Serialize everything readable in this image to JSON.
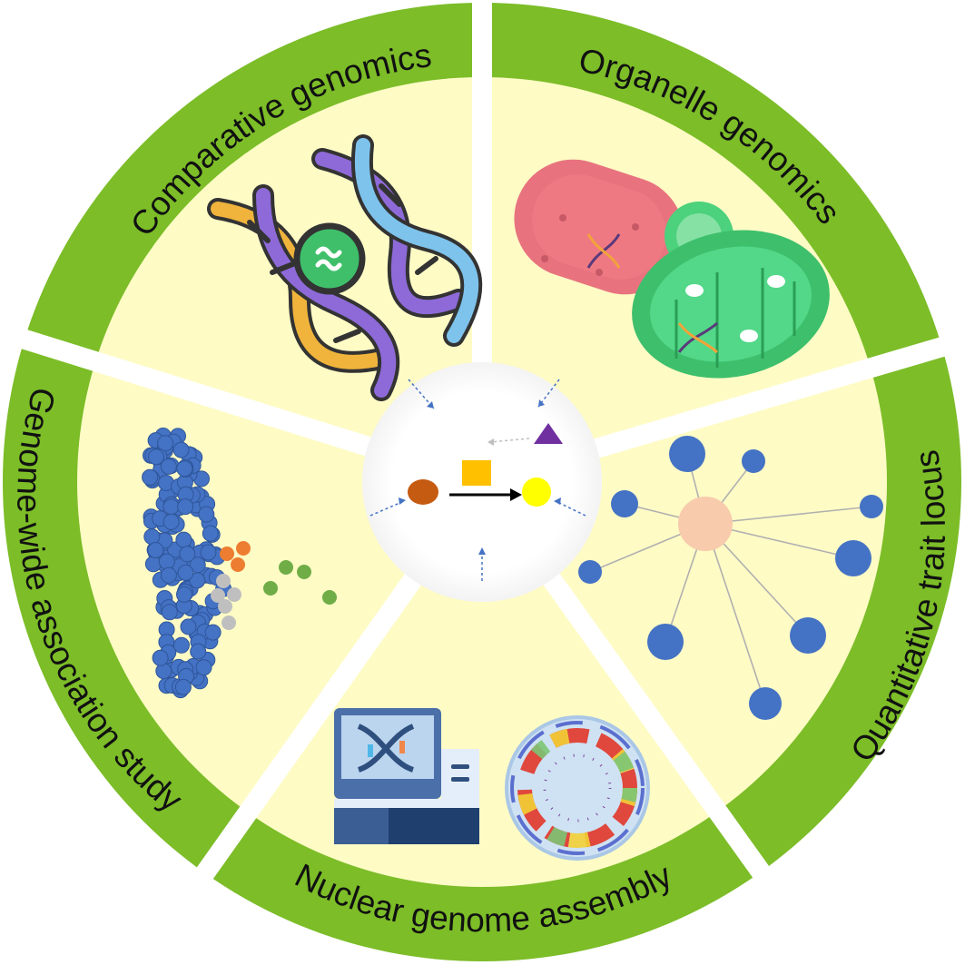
{
  "segments": [
    {
      "id": "comparative",
      "label": "Comparative genomics"
    },
    {
      "id": "organelle",
      "label": "Organelle genomics"
    },
    {
      "id": "qtl",
      "label": "Quantitative trait locus"
    },
    {
      "id": "nuclear",
      "label": "Nuclear genome assembly"
    },
    {
      "id": "gwas",
      "label": "Genome-wide association study"
    }
  ],
  "colors": {
    "ring": "#7cbd28",
    "segment_fill": "#fefbc5",
    "hub_fill": "#ffffff",
    "node_blue": "#4472c4",
    "qtl_center": "#f8cbad",
    "hub_brown": "#c55a11",
    "hub_orange": "#ffc000",
    "hub_yellow": "#ffff00",
    "hub_purple": "#7030a0"
  }
}
